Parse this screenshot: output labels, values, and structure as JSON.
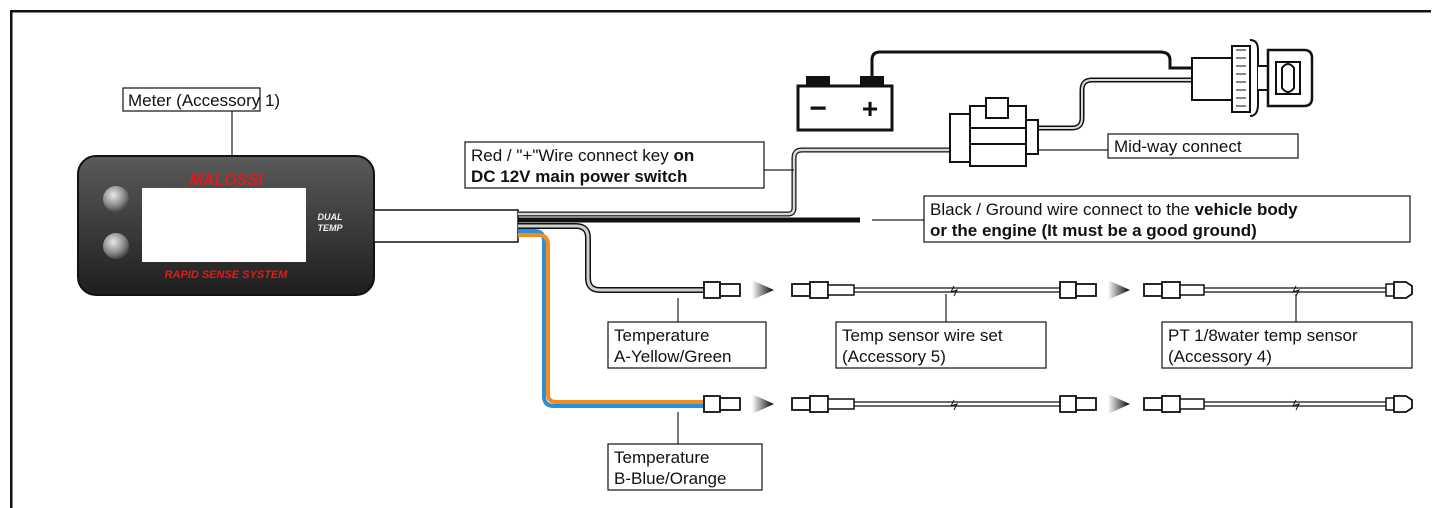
{
  "meter": {
    "brand": "MALOSSI",
    "model_line1": "DUAL",
    "model_line2": "TEMP",
    "footer": "RAPID SENSE SYSTEM"
  },
  "labels": {
    "meter": "Meter (Accessory 1)",
    "red_wire_line1_plain": "Red / \"+\"Wire connect key ",
    "red_wire_line1_bold": "on",
    "red_wire_line2": "DC 12V main power switch",
    "midway": "Mid-way connect",
    "black_wire_line1_plain": "Black / Ground wire connect to the ",
    "black_wire_line1_bold": "vehicle body",
    "black_wire_line2": "or  the engine (It must be a good ground)",
    "temp_a_line1": "Temperature",
    "temp_a_line2": "A-Yellow/Green",
    "temp_b_line1": "Temperature",
    "temp_b_line2": "B-Blue/Orange",
    "wire_set_line1": "Temp sensor wire set",
    "wire_set_line2": "(Accessory 5)",
    "sensor_line1": "PT 1/8water temp sensor",
    "sensor_line2": "(Accessory 4)"
  },
  "battery": {
    "minus": "−",
    "plus": "+"
  },
  "colors": {
    "frame": "#111111",
    "meter_body": "#3a3a3a",
    "brand_red": "#e01b1b",
    "wire_orange": "#f28c1e",
    "wire_blue": "#2a8fd6"
  }
}
